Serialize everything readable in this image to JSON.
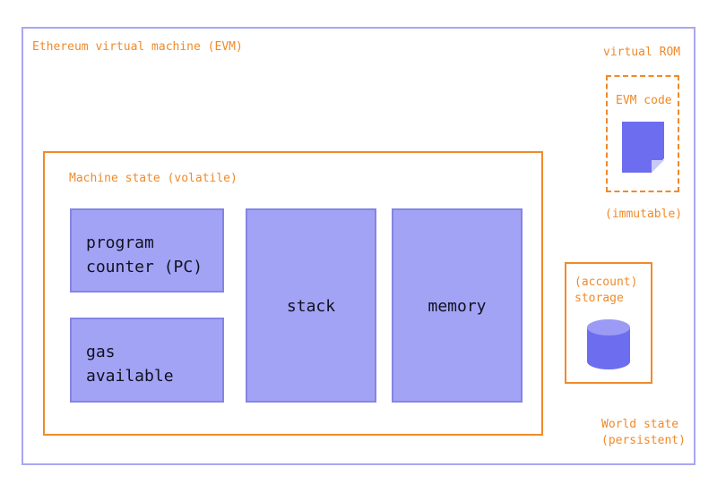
{
  "evm": {
    "title": "Ethereum virtual machine (EVM)"
  },
  "machine_state": {
    "title": "Machine state (volatile)",
    "program_counter": "program\ncounter (PC)",
    "gas_available": "gas\navailable",
    "stack": "stack",
    "memory": "memory"
  },
  "virtual_rom": {
    "title": "virtual ROM",
    "code_label": "EVM code",
    "note": "(immutable)"
  },
  "account_storage": {
    "label": "(account)\nstorage"
  },
  "world_state": {
    "label": "World state\n(persistent)"
  },
  "colors": {
    "accent_orange": "#f08a2a",
    "block_fill": "#a3a3f5",
    "block_border": "#8484e6",
    "outer_border": "#a9a7f0",
    "icon_fill": "#6d6df0"
  }
}
